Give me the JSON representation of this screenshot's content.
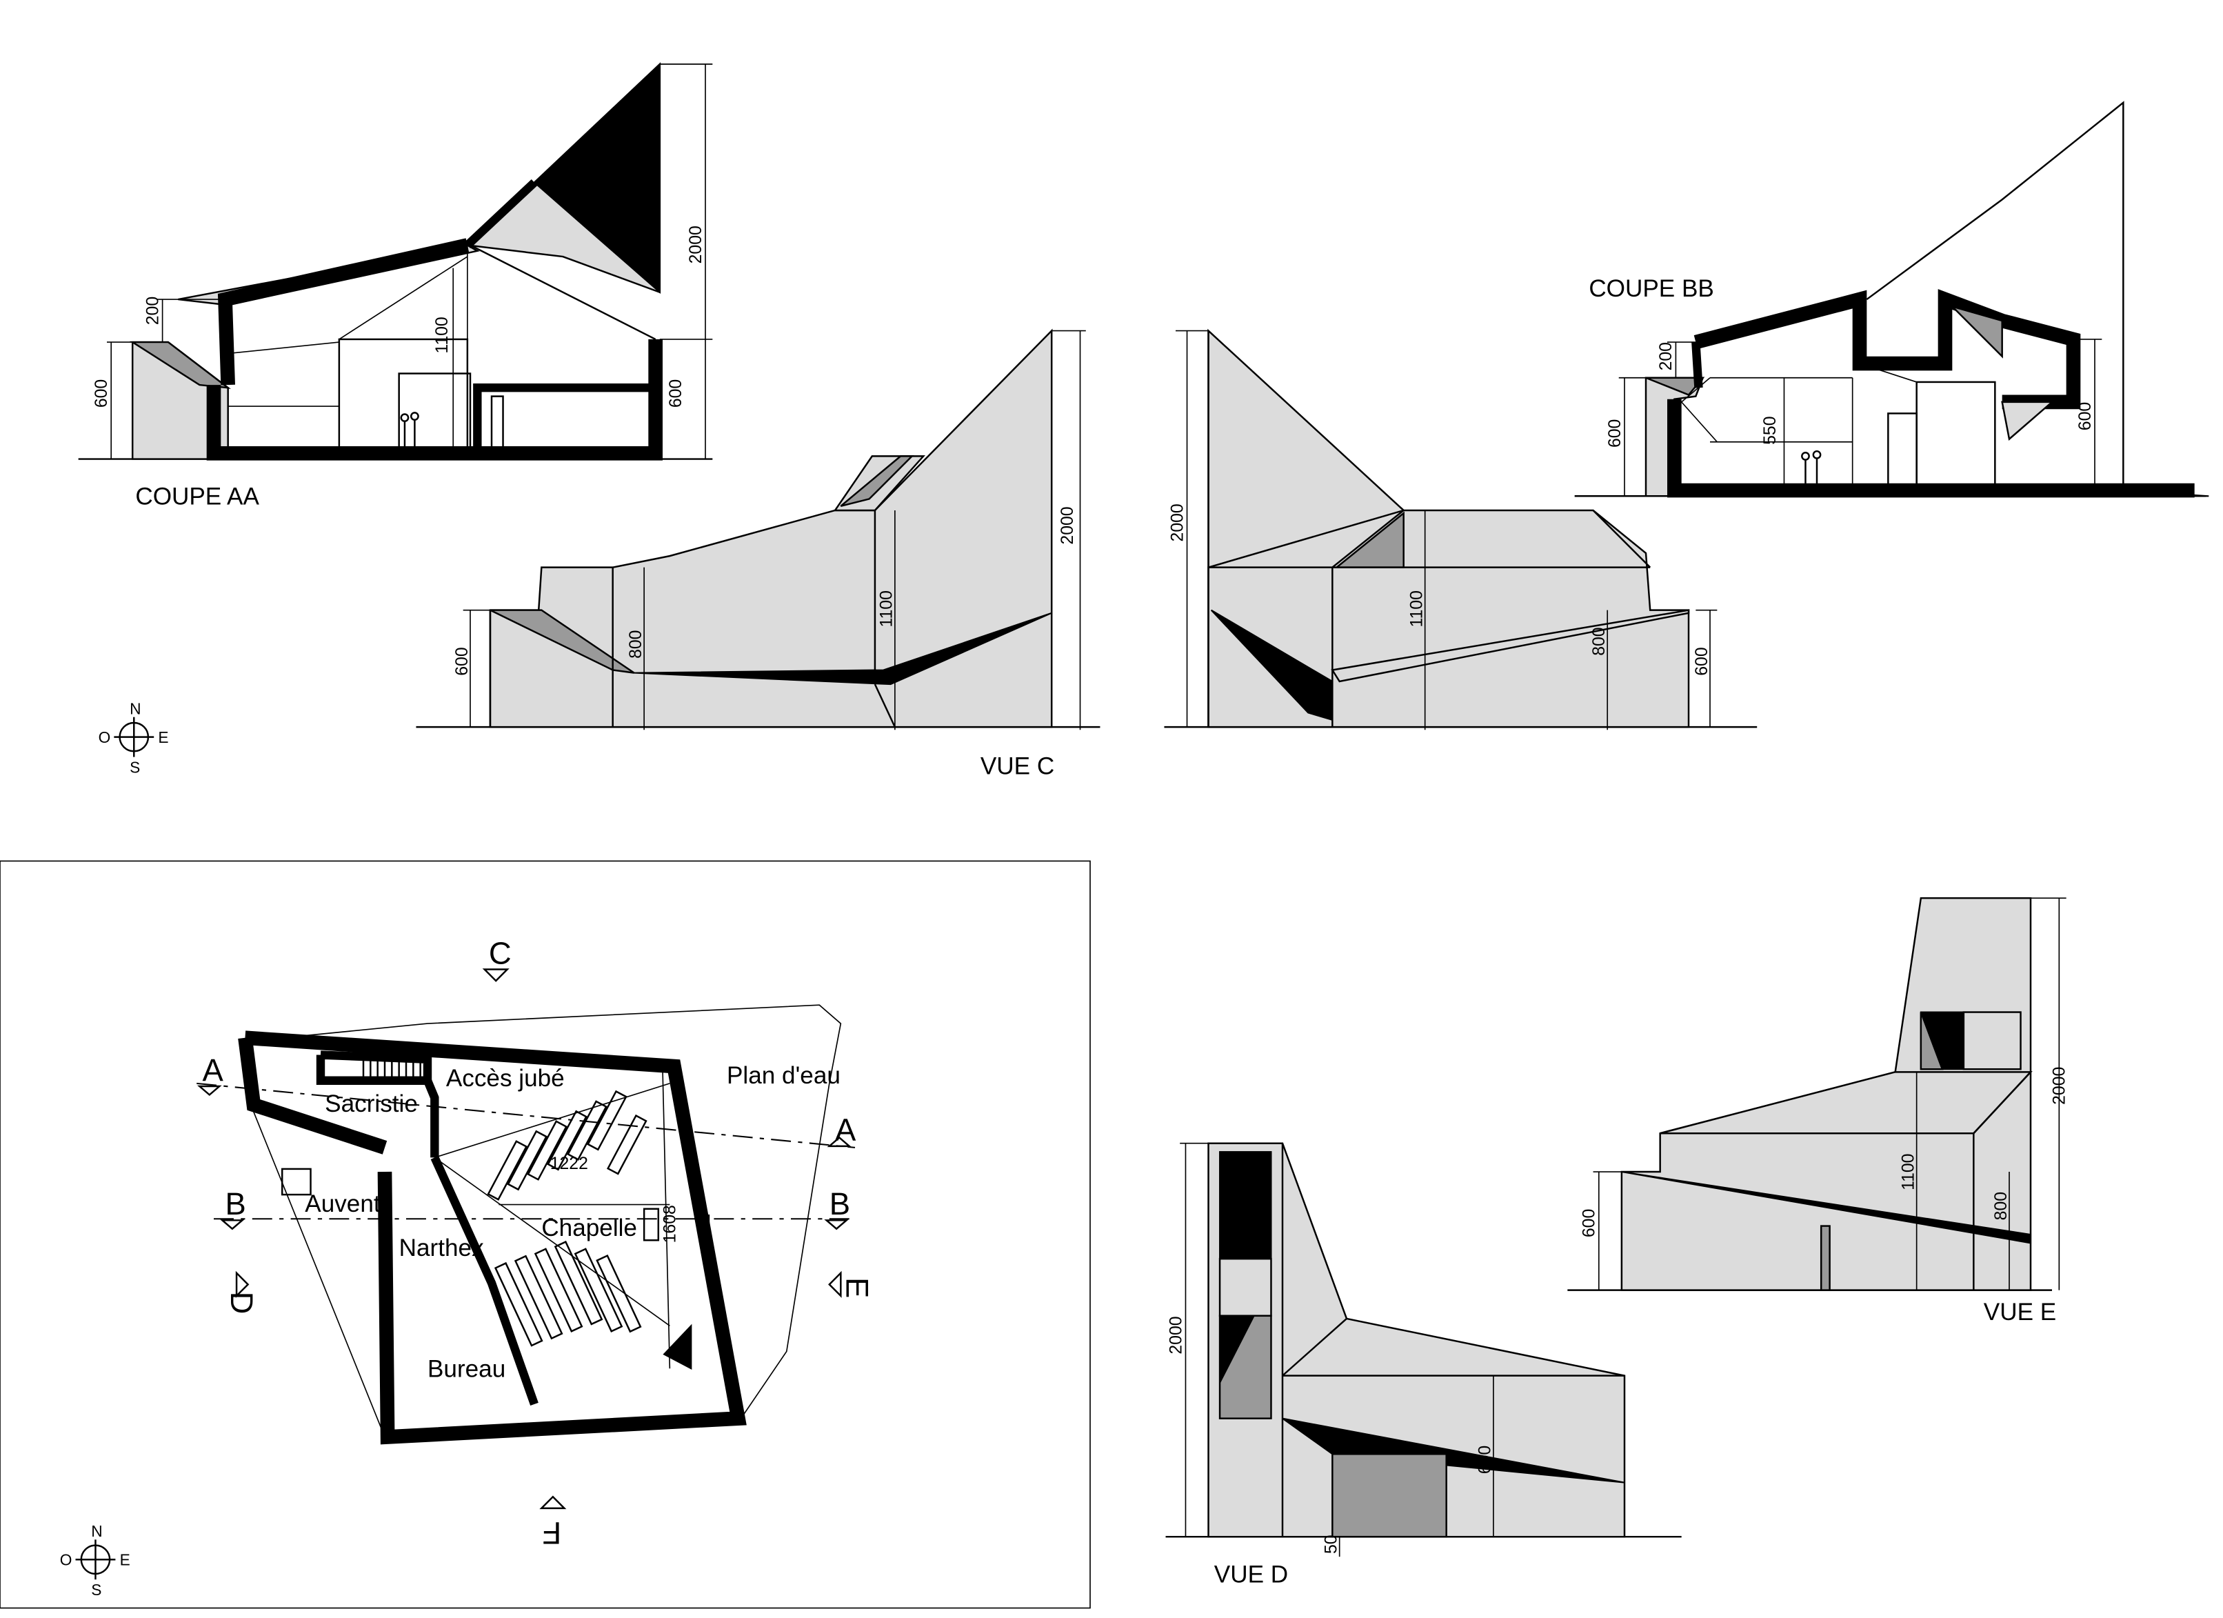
{
  "drawings": {
    "coupe_aa": {
      "title": "COUPE AA",
      "dims": {
        "h_total": "2000",
        "h_200": "200",
        "h_600_left": "600",
        "h_600_right": "600",
        "h_1100": "1100"
      }
    },
    "vue_c": {
      "title": "VUE C",
      "dims": {
        "h_2000": "2000",
        "h_600": "600",
        "h_800": "800",
        "h_1100": "1100"
      }
    },
    "vue_c2": {
      "dims": {
        "h_2000": "2000",
        "h_1100": "1100",
        "h_800": "800",
        "h_600": "600"
      }
    },
    "coupe_bb": {
      "title": "COUPE BB",
      "dims": {
        "h_200": "200",
        "h_600_left": "600",
        "h_550": "550",
        "h_600_right": "600"
      }
    },
    "plan": {
      "rooms": {
        "sacristie": "Sacristie",
        "acces_jube": "Accès jubé",
        "plan_deau": "Plan d'eau",
        "auvent": "Auvent",
        "chapelle": "Chapelle",
        "narthex": "Narthex",
        "bureau": "Bureau"
      },
      "dims": {
        "d1222": "1222",
        "d1608": "1608"
      },
      "cut_marks": {
        "a": "A",
        "b": "B",
        "c": "C",
        "d": "D",
        "e": "E",
        "f": "F"
      }
    },
    "vue_d": {
      "title": "VUE D",
      "dims": {
        "h_2000": "2000",
        "h_600": "600",
        "h_50": "50"
      }
    },
    "vue_e": {
      "title": "VUE E",
      "dims": {
        "h_2000": "2000",
        "h_1100": "1100",
        "h_600": "600",
        "h_800": "800"
      }
    }
  },
  "compass": {
    "n": "N",
    "s": "S",
    "e": "E",
    "o": "O"
  }
}
